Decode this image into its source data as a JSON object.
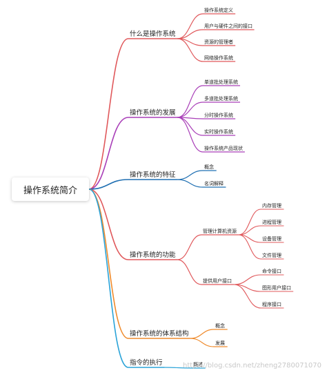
{
  "root": {
    "label": "操作系统简介"
  },
  "branches": [
    {
      "label": "什么是操作系统",
      "color": "#e0585b",
      "children": [
        {
          "label": "操作系统定义"
        },
        {
          "label": "用户与硬件之间的接口"
        },
        {
          "label": "资源的管理者"
        },
        {
          "label": "网络操作系统"
        }
      ]
    },
    {
      "label": "操作系统的发展",
      "color": "#a93fb8",
      "children": [
        {
          "label": "单道批处理系统"
        },
        {
          "label": "多道批处理系统"
        },
        {
          "label": "分时操作系统"
        },
        {
          "label": "实时操作系统"
        },
        {
          "label": "操作系统产品现状"
        }
      ]
    },
    {
      "label": "操作系统的特征",
      "color": "#1f6fb2",
      "children": [
        {
          "label": "概念"
        },
        {
          "label": "名词解释"
        }
      ]
    },
    {
      "label": "操作系统的功能",
      "color": "#e0585b",
      "children": [
        {
          "label": "管理计算机资源",
          "children": [
            {
              "label": "内存管理"
            },
            {
              "label": "进程管理"
            },
            {
              "label": "设备管理"
            },
            {
              "label": "文件管理"
            }
          ]
        },
        {
          "label": "提供用户接口",
          "children": [
            {
              "label": "命令接口"
            },
            {
              "label": "图形用户接口"
            },
            {
              "label": "程序接口"
            }
          ]
        }
      ]
    },
    {
      "label": "操作系统的体系结构",
      "color": "#ef8a2b",
      "children": [
        {
          "label": "概念"
        },
        {
          "label": "发展"
        }
      ]
    },
    {
      "label": "指令的执行",
      "color": "#2aa3d8",
      "children": [
        {
          "label": "概述"
        }
      ]
    }
  ],
  "watermark": "https://blog.csdn.net/zheng2780071070"
}
